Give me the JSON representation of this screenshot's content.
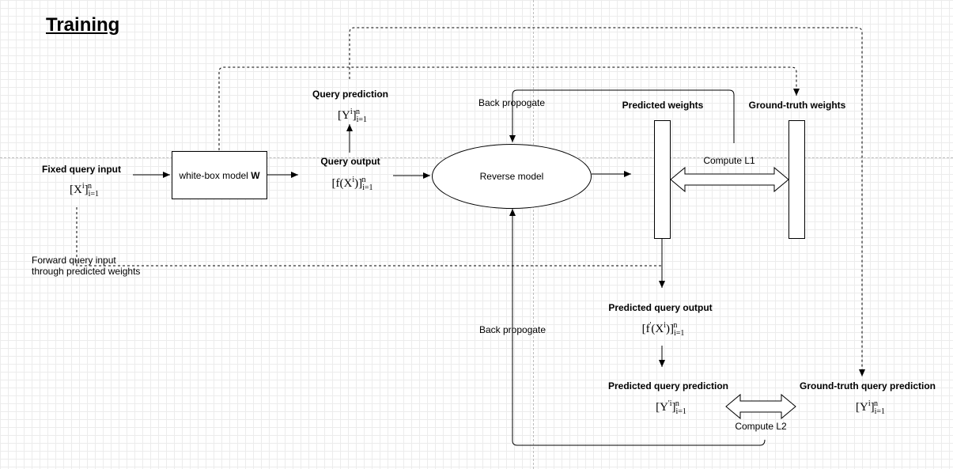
{
  "title": "Training",
  "nodes": {
    "fixed_query_input": {
      "label": "Fixed query input",
      "math_base": "[X",
      "math_sup": "i",
      "math_close": "]",
      "math_sub": "i=1",
      "math_top": "n"
    },
    "white_box": {
      "label_prefix": "white-box model ",
      "label_bold": "W"
    },
    "query_output": {
      "label": "Query output",
      "math_base": "[f(X",
      "math_sup": "i",
      "math_close": ")]",
      "math_sub": "i=1",
      "math_top": "n"
    },
    "query_prediction": {
      "label": "Query prediction",
      "math_base": "[Y",
      "math_sup": "i",
      "math_close": "]",
      "math_sub": "i=1",
      "math_top": "n"
    },
    "reverse_model": {
      "label": "Reverse model"
    },
    "predicted_weights": {
      "label": "Predicted weights"
    },
    "ground_truth_weights": {
      "label": "Ground-truth weights"
    },
    "predicted_query_output": {
      "label": "Predicted query output",
      "math_base": "[f",
      "math_prime": "'",
      "math_mid": "(X",
      "math_sup": "i",
      "math_close": ")]",
      "math_sub": "i=1",
      "math_top": "n"
    },
    "predicted_query_prediction": {
      "label": "Predicted query prediction",
      "math_base": "[Y",
      "math_sup": "'i",
      "math_close": "]",
      "math_sub": "i=1",
      "math_top": "n"
    },
    "ground_truth_query_prediction": {
      "label": "Ground-truth query prediction",
      "math_base": "[Y",
      "math_sup": "i",
      "math_close": "]",
      "math_sub": "i=1",
      "math_top": "n"
    }
  },
  "edge_labels": {
    "back_propagate_top": "Back propogate",
    "back_propagate_bottom": "Back propogate",
    "compute_l1": "Compute L1",
    "compute_l2": "Compute L2",
    "forward_query_line1": "Forward query input",
    "forward_query_line2": "through predicted weights"
  }
}
